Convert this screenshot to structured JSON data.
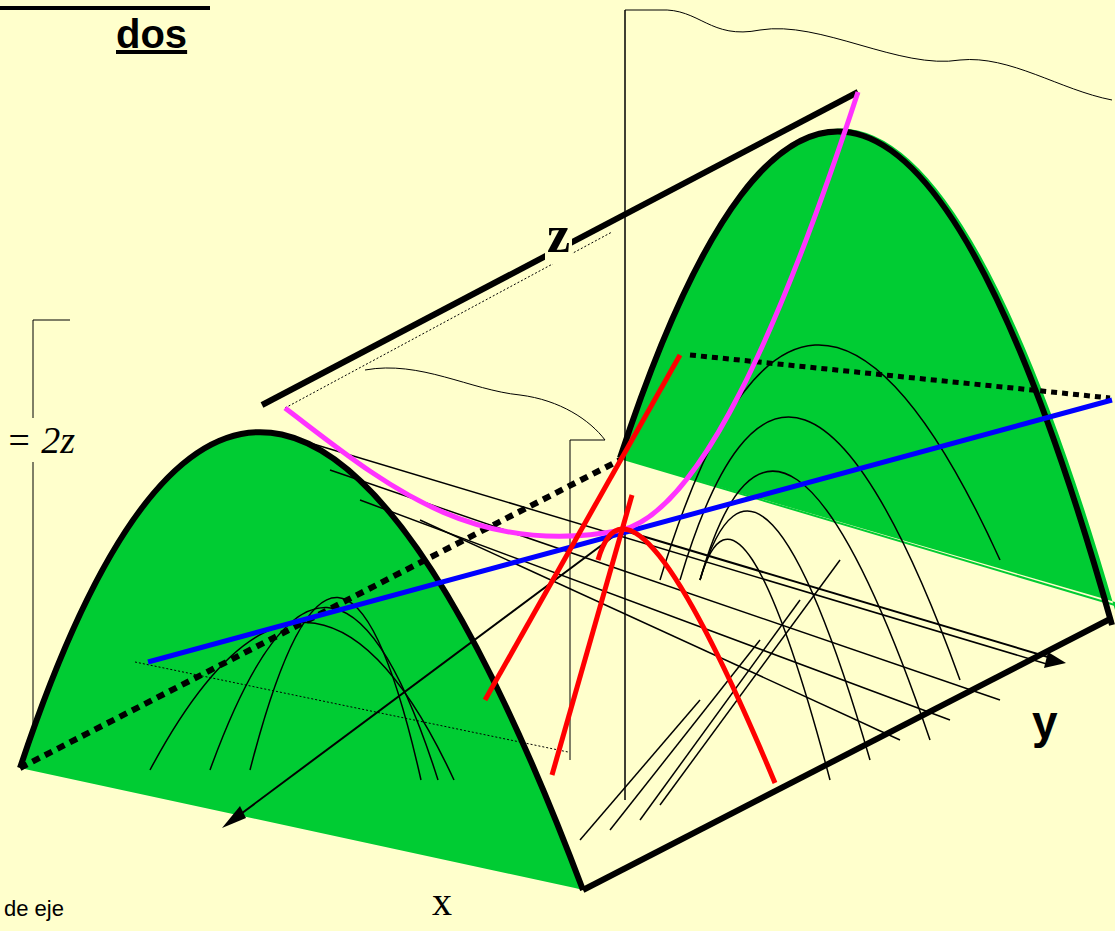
{
  "diagram": {
    "title": "dos",
    "labels": [
      "= 2z",
      "z",
      "y",
      "x",
      "de eje"
    ]
  }
}
